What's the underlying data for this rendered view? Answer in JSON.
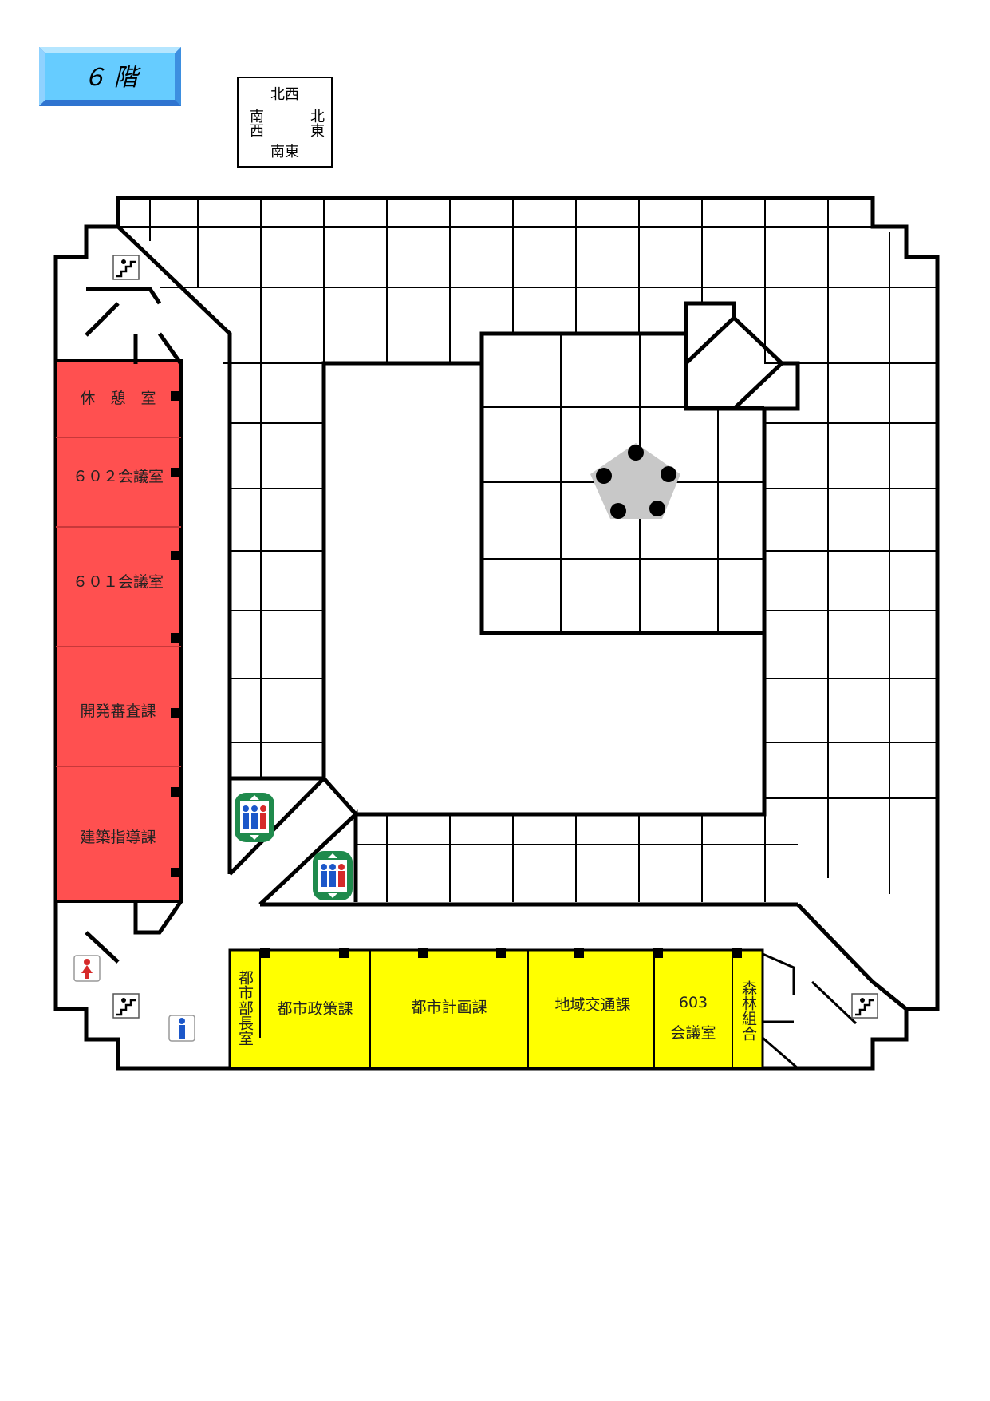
{
  "title": "６ 階",
  "compass": {
    "top": "北西",
    "left": "南西",
    "right": "北東",
    "bottom": "南東"
  },
  "colors": {
    "west_rooms": "#ff5050",
    "south_rooms": "#ffff00",
    "title_badge": "#66ccff",
    "elevator": "#1f8a4c"
  },
  "rooms": {
    "kyukeishitsu": "休　憩　室",
    "kaigi602": "６０２会議室",
    "kaigi601": "６０１会議室",
    "kaihatsu": "開発審査課",
    "kenchiku": "建築指導課",
    "toshibuchou": "都市部長室",
    "toshiseisaku": "都市政策課",
    "toshikeikaku": "都市計画課",
    "chiikikoutsu": "地域交通課",
    "kaigi603_num": "603",
    "kaigi603_name": "会議室",
    "shinrin": "森林組合"
  },
  "icons": [
    "stairs-icon",
    "elevator-icon",
    "womens-restroom-icon",
    "mens-restroom-icon",
    "pentagon-atrium-marker"
  ]
}
